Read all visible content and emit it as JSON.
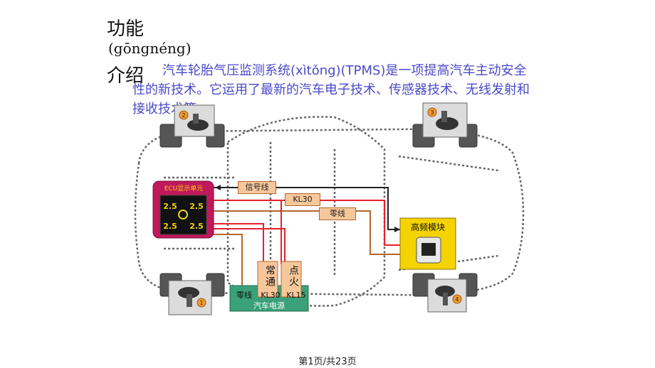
{
  "title": {
    "line1": "功能",
    "line2": "(gōngnéng)",
    "line3": "介绍"
  },
  "intro": "汽车轮胎气压监测系统(xìtǒng)(TPMS)是一项提高汽车主动安全性的新技术。它运用了最新的汽车电子技术、传感器技术、无线发射和接收技术等。",
  "display_unit": {
    "header": "ECU显示单元",
    "readings": [
      "2.5",
      "2.5",
      "2.5",
      "2.5"
    ]
  },
  "sensors": [
    "1",
    "2",
    "3",
    "4"
  ],
  "wire_labels": {
    "signal": "信号线",
    "kl30": "KL30",
    "ground": "零线"
  },
  "rf_module": {
    "label": "高频模块"
  },
  "power": {
    "always": "常通",
    "ignition": "点火",
    "ground": "零线",
    "kl30": "KL30",
    "kl15": "KL15",
    "source": "汽车电源"
  },
  "footer": "第1页/共23页",
  "colors": {
    "text_blue": "#4a49c9",
    "red_wire": "#e8202a",
    "brown_wire": "#b5652b",
    "magenta_box": "#c0185d",
    "yellow_box": "#f5d300",
    "green_box": "#3aa17a"
  }
}
